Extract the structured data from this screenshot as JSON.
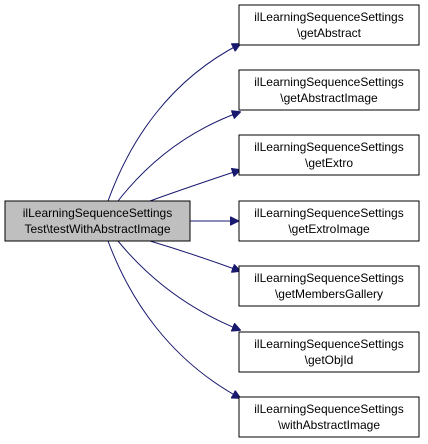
{
  "colors": {
    "source_fill": "#bfbfbf",
    "target_fill": "#ffffff",
    "border": "#000000",
    "edge": "#191970"
  },
  "source": {
    "line1": "ilLearningSequenceSettings",
    "line2": "Test\\testWithAbstractImage"
  },
  "targets": [
    {
      "line1": "ilLearningSequenceSettings",
      "line2": "\\getAbstract"
    },
    {
      "line1": "ilLearningSequenceSettings",
      "line2": "\\getAbstractImage"
    },
    {
      "line1": "ilLearningSequenceSettings",
      "line2": "\\getExtro"
    },
    {
      "line1": "ilLearningSequenceSettings",
      "line2": "\\getExtroImage"
    },
    {
      "line1": "ilLearningSequenceSettings",
      "line2": "\\getMembersGallery"
    },
    {
      "line1": "ilLearningSequenceSettings",
      "line2": "\\getObjId"
    },
    {
      "line1": "ilLearningSequenceSettings",
      "line2": "\\withAbstractImage"
    }
  ]
}
